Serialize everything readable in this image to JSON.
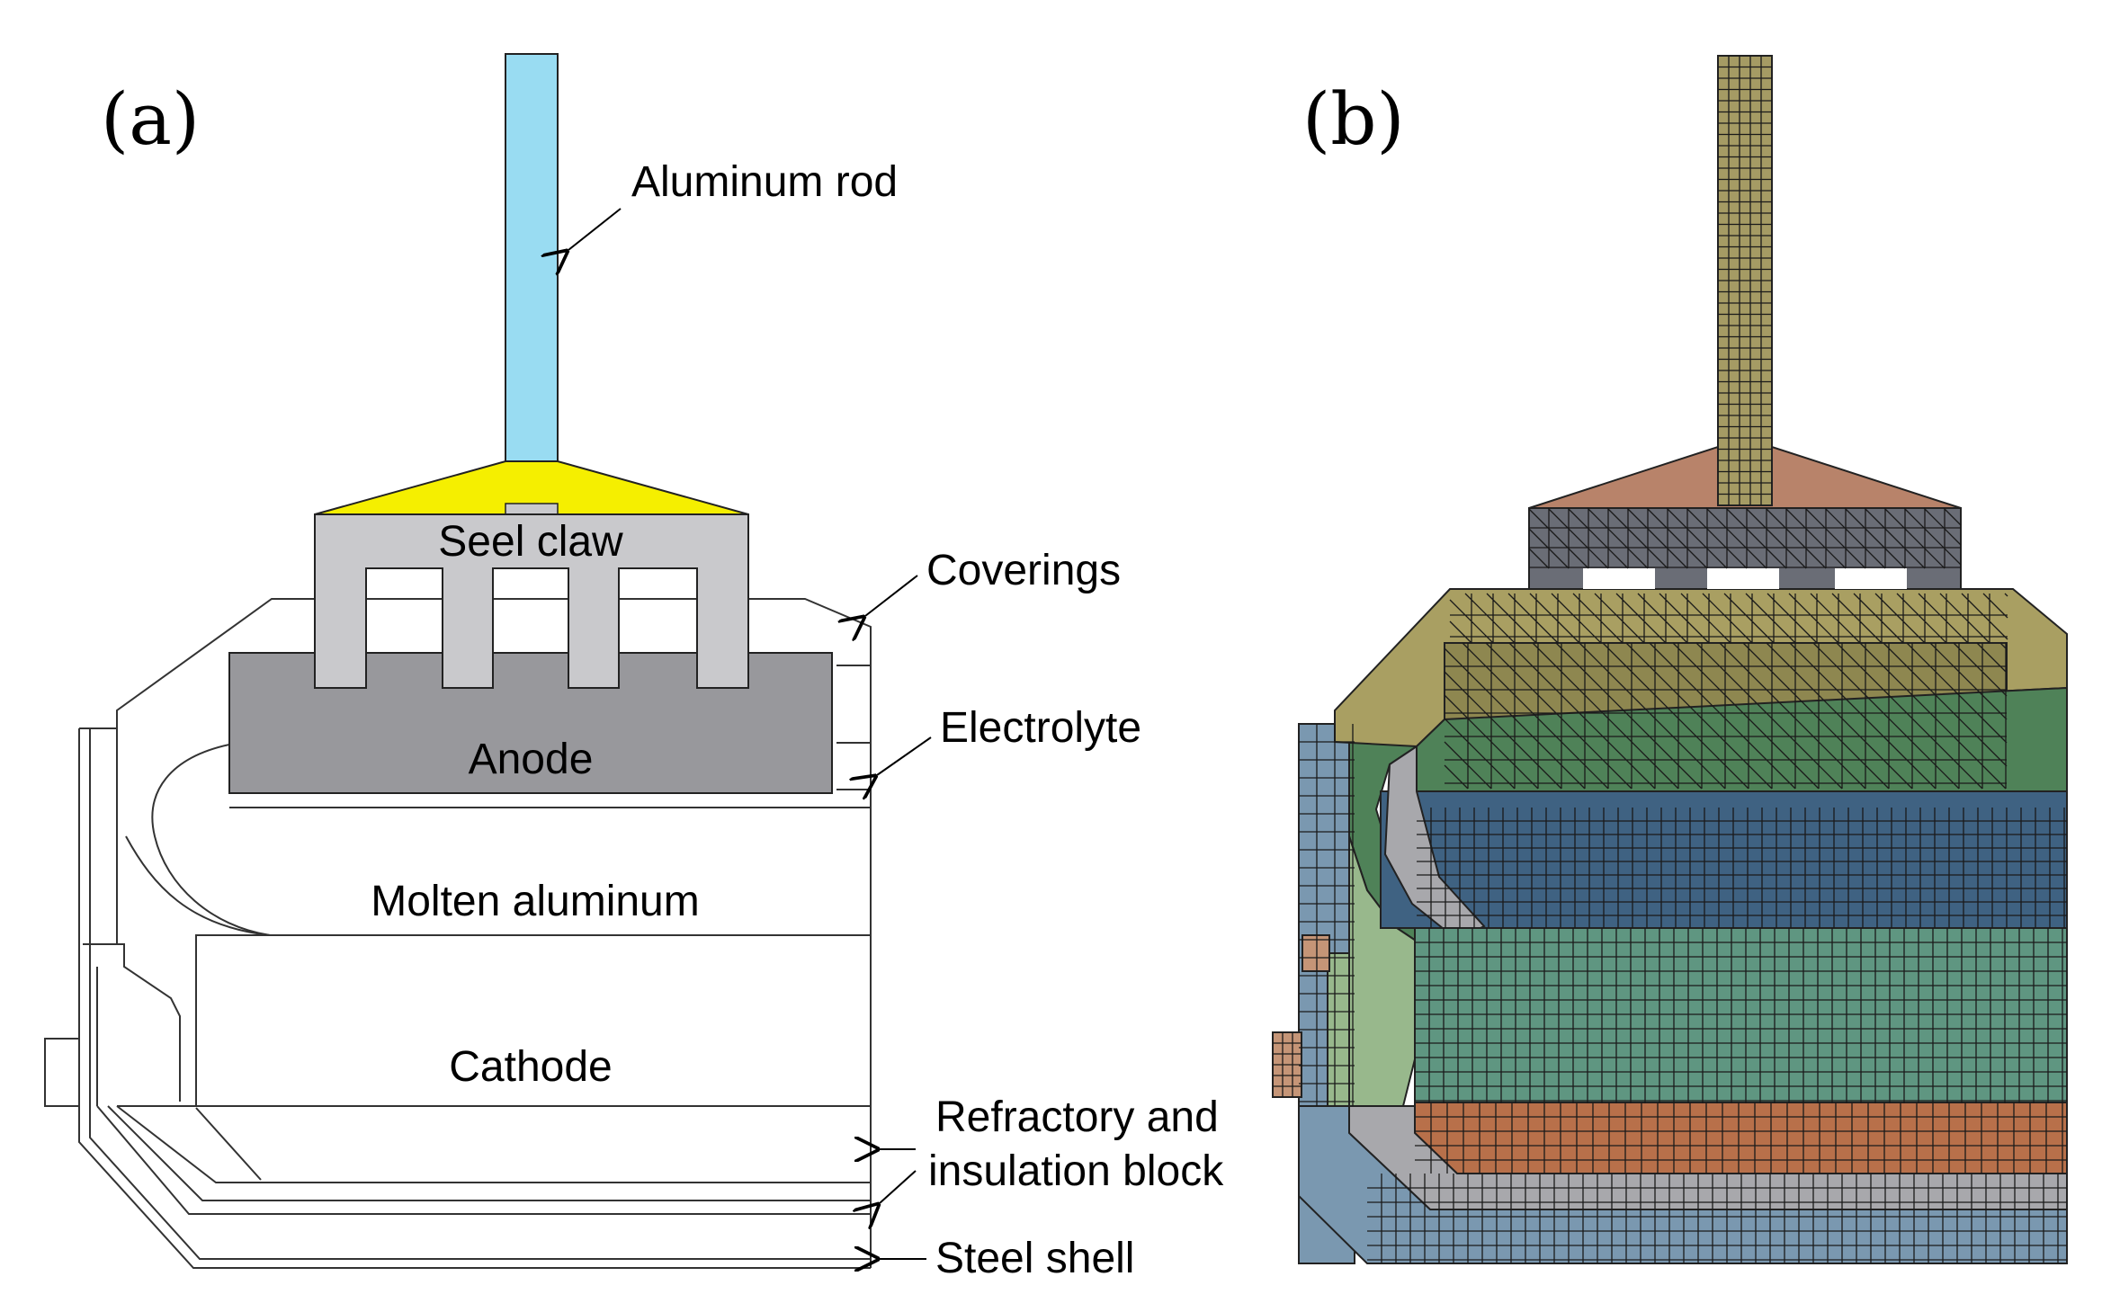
{
  "panel_a": {
    "label": "(a)",
    "components": {
      "rod": "Aluminum rod",
      "claw": "Seel claw",
      "coverings": "Coverings",
      "anode": "Anode",
      "electrolyte": "Electrolyte",
      "molten_al": "Molten aluminum",
      "cathode": "Cathode",
      "refractory_1": "Refractory and",
      "refractory_2": "insulation block",
      "steel": "Steel shell"
    },
    "colors": {
      "rod": "#99dcf2",
      "yoke": "#f5ef00",
      "claw": "#c9c9cc",
      "anode": "#98989c"
    }
  },
  "panel_b": {
    "label": "(b)",
    "mesh_colors": {
      "rod": "#a59b64",
      "yoke": "#b8836a",
      "claw": "#6a6d76",
      "cover": "#a99f62",
      "anode": "#8e8750",
      "electrolyte": "#4f8258",
      "molten_al": "#3f6282",
      "cathode": "#5f9681",
      "sidewall": "#7a98b0",
      "side_light": "#98b88c",
      "corner": "#c59577",
      "refractory": "#b8704a",
      "insulation": "#8ab5a2",
      "gray": "#a8a8ac"
    }
  }
}
